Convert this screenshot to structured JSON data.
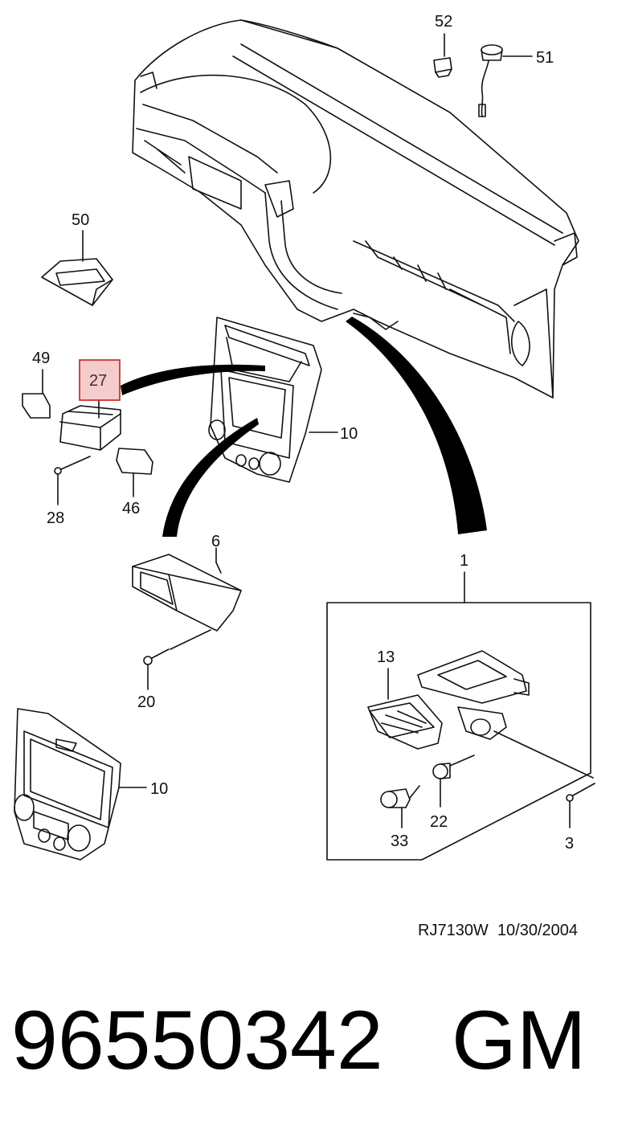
{
  "callouts": {
    "c52": "52",
    "c51": "51",
    "c50": "50",
    "c49": "49",
    "c27": "27",
    "c10a": "10",
    "c28": "28",
    "c46": "46",
    "c6": "6",
    "c1": "1",
    "c13": "13",
    "c20": "20",
    "c10b": "10",
    "c33": "33",
    "c22": "22",
    "c3": "3"
  },
  "highlighted_callout": "27",
  "highlight_color": "#f4cccc",
  "highlight_border": "#cc3333",
  "reference": "RJ7130W  10/30/2004",
  "part_number": "96550342",
  "brand": "GM"
}
